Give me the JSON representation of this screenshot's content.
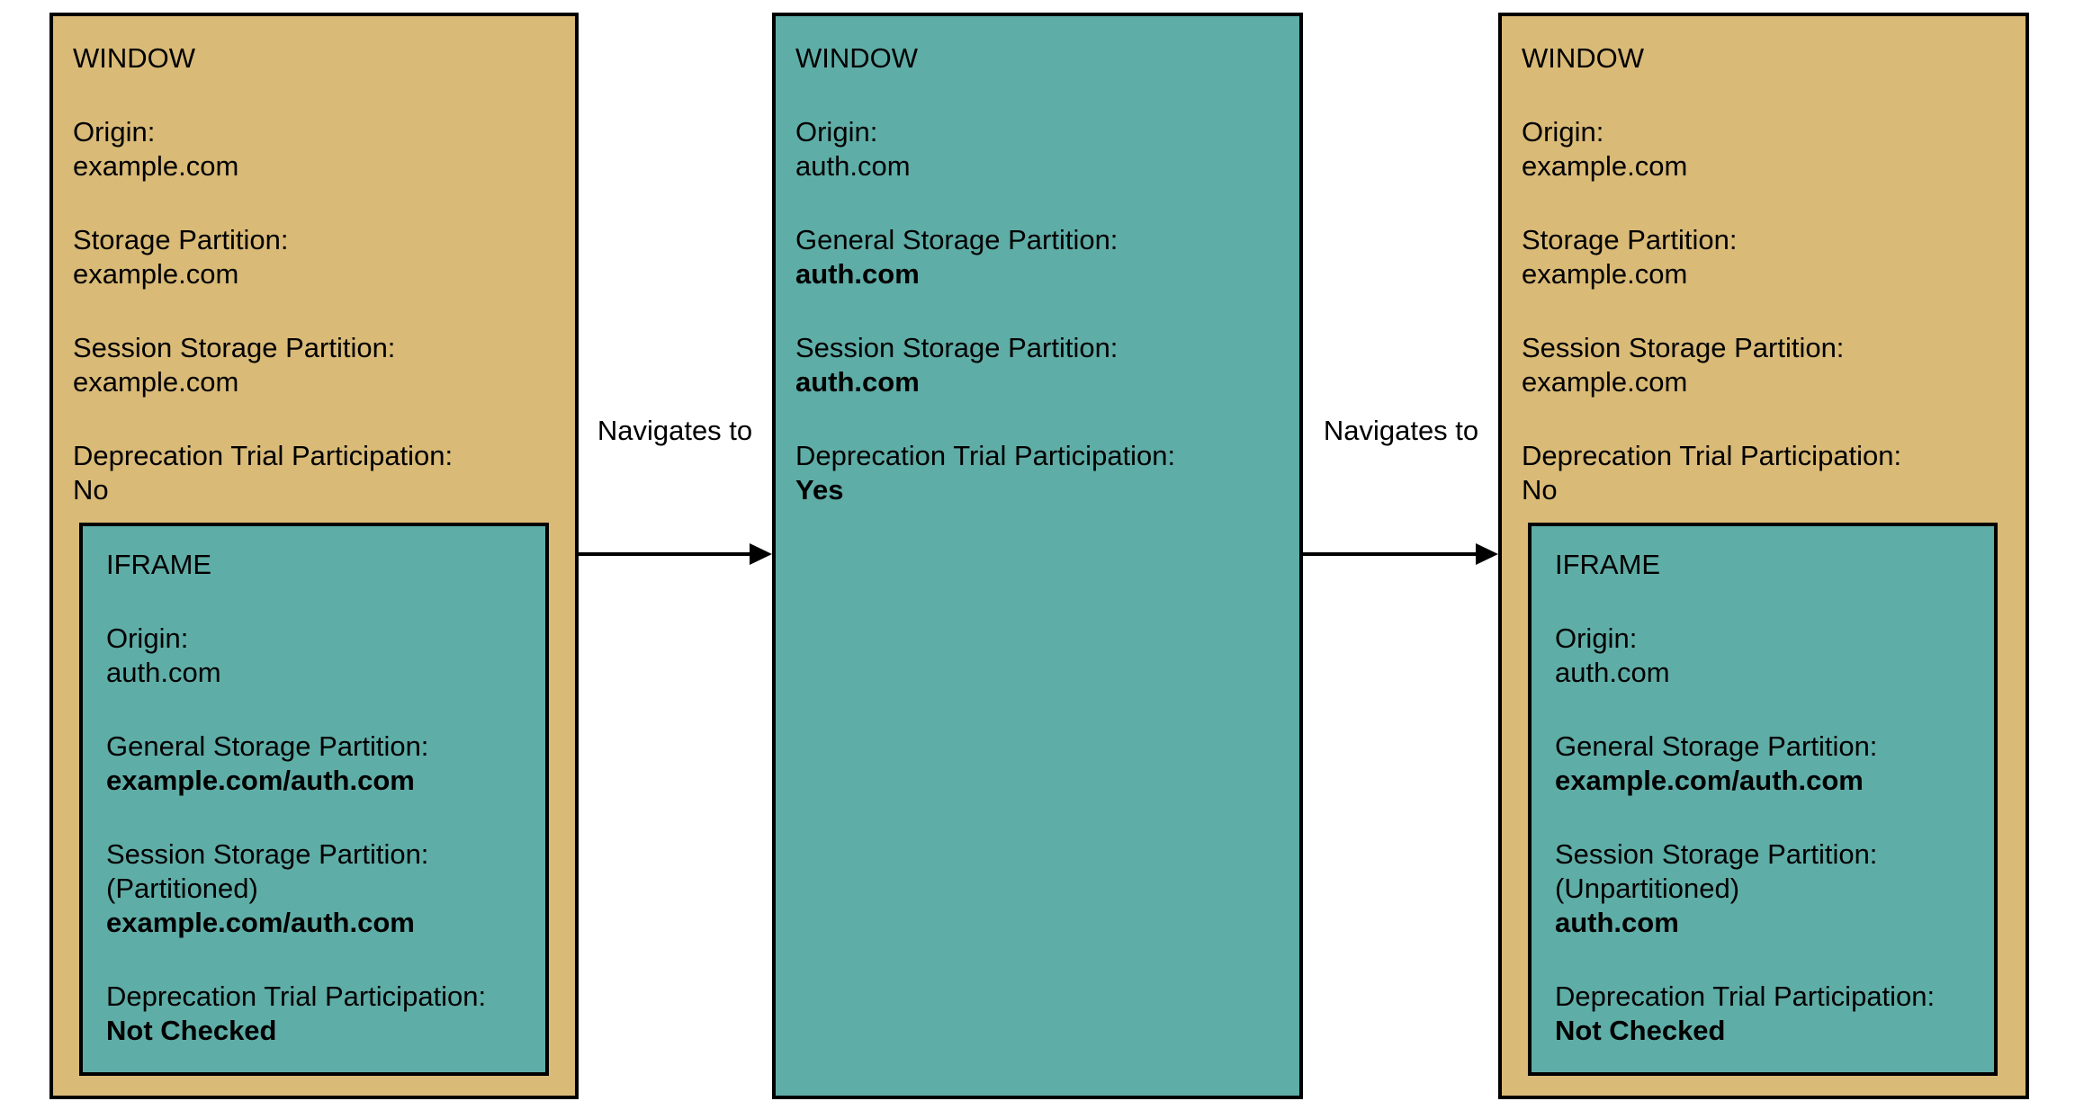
{
  "diagram": {
    "boxes": [
      {
        "title": "WINDOW",
        "fields": [
          {
            "label": "Origin:",
            "value": "example.com"
          },
          {
            "label": "Storage Partition:",
            "value": "example.com"
          },
          {
            "label": "Session Storage Partition:",
            "value": "example.com"
          },
          {
            "label": "Deprecation Trial Participation:",
            "value": "No"
          }
        ],
        "iframe": {
          "title": "IFRAME",
          "fields": [
            {
              "label": "Origin:",
              "value": "auth.com"
            },
            {
              "label": "General Storage Partition:",
              "value": "example.com/auth.com"
            },
            {
              "label": "Session Storage Partition:",
              "note": "(Partitioned)",
              "value": "example.com/auth.com"
            },
            {
              "label": "Deprecation Trial Participation:",
              "value": "Not Checked"
            }
          ]
        }
      },
      {
        "title": "WINDOW",
        "fields": [
          {
            "label": "Origin:",
            "value": "auth.com"
          },
          {
            "label": "General Storage Partition:",
            "value": "auth.com"
          },
          {
            "label": "Session Storage Partition:",
            "value": "auth.com"
          },
          {
            "label": "Deprecation Trial Participation:",
            "value": "Yes"
          }
        ]
      },
      {
        "title": "WINDOW",
        "fields": [
          {
            "label": "Origin:",
            "value": "example.com"
          },
          {
            "label": "Storage Partition:",
            "value": "example.com"
          },
          {
            "label": "Session Storage Partition:",
            "value": "example.com"
          },
          {
            "label": "Deprecation Trial Participation:",
            "value": "No"
          }
        ],
        "iframe": {
          "title": "IFRAME",
          "fields": [
            {
              "label": "Origin:",
              "value": "auth.com"
            },
            {
              "label": "General Storage Partition:",
              "value": "example.com/auth.com"
            },
            {
              "label": "Session Storage Partition:",
              "note": "(Unpartitioned)",
              "value": "auth.com"
            },
            {
              "label": "Deprecation Trial Participation:",
              "value": "Not Checked"
            }
          ]
        }
      }
    ],
    "connectors": [
      {
        "label": "Navigates to"
      },
      {
        "label": "Navigates to"
      }
    ]
  },
  "colors": {
    "window_fill_tan": "#D9BA77",
    "window_fill_teal": "#5FADA7",
    "border": "#000000",
    "text": "#000000",
    "background": "#FFFFFF",
    "arrow": "#000000"
  }
}
